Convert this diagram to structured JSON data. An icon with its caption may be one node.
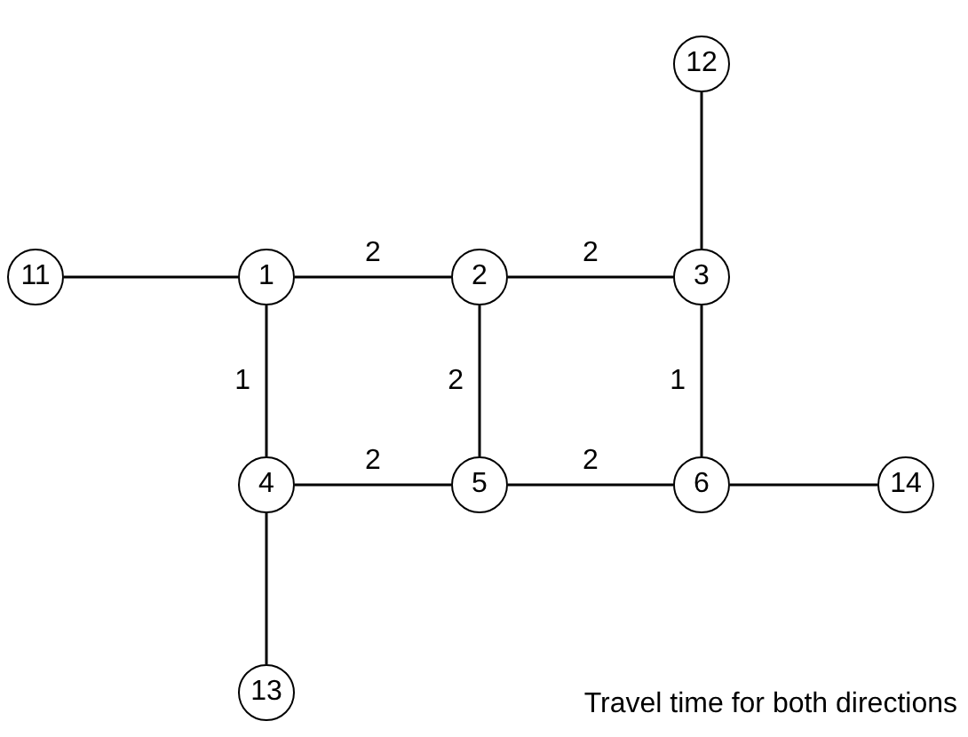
{
  "diagram": {
    "nodes": [
      {
        "text": [
          "12"
        ]
      },
      {
        "text": [
          "11"
        ]
      },
      {
        "text": [
          "1"
        ]
      },
      {
        "text": [
          "2"
        ]
      },
      {
        "text": [
          "3"
        ]
      },
      {
        "text": [
          "4"
        ]
      },
      {
        "text": [
          "5"
        ]
      },
      {
        "text": [
          "6"
        ]
      },
      {
        "text": [
          "14"
        ]
      },
      {
        "text": [
          "13"
        ]
      }
    ],
    "edges": [
      {
        "from": 1,
        "to": 2,
        "arrow": "none"
      },
      {
        "from": 2,
        "to": 3,
        "arrow": "none",
        "label": "2"
      },
      {
        "from": 3,
        "to": 4,
        "arrow": "none",
        "label": "2"
      },
      {
        "from": 0,
        "to": 4,
        "arrow": "none"
      },
      {
        "from": 2,
        "to": 5,
        "arrow": "none",
        "label": "1"
      },
      {
        "from": 3,
        "to": 6,
        "arrow": "none",
        "label": "2"
      },
      {
        "from": 4,
        "to": 7,
        "arrow": "none",
        "label": "1"
      },
      {
        "from": 5,
        "to": 6,
        "arrow": "none",
        "label": "2"
      },
      {
        "from": 6,
        "to": 7,
        "arrow": "none",
        "label": "2"
      },
      {
        "from": 7,
        "to": 8,
        "arrow": "none"
      },
      {
        "from": 5,
        "to": 9,
        "arrow": "none"
      }
    ],
    "labels": [
      "Travel time for both directions"
    ]
  }
}
